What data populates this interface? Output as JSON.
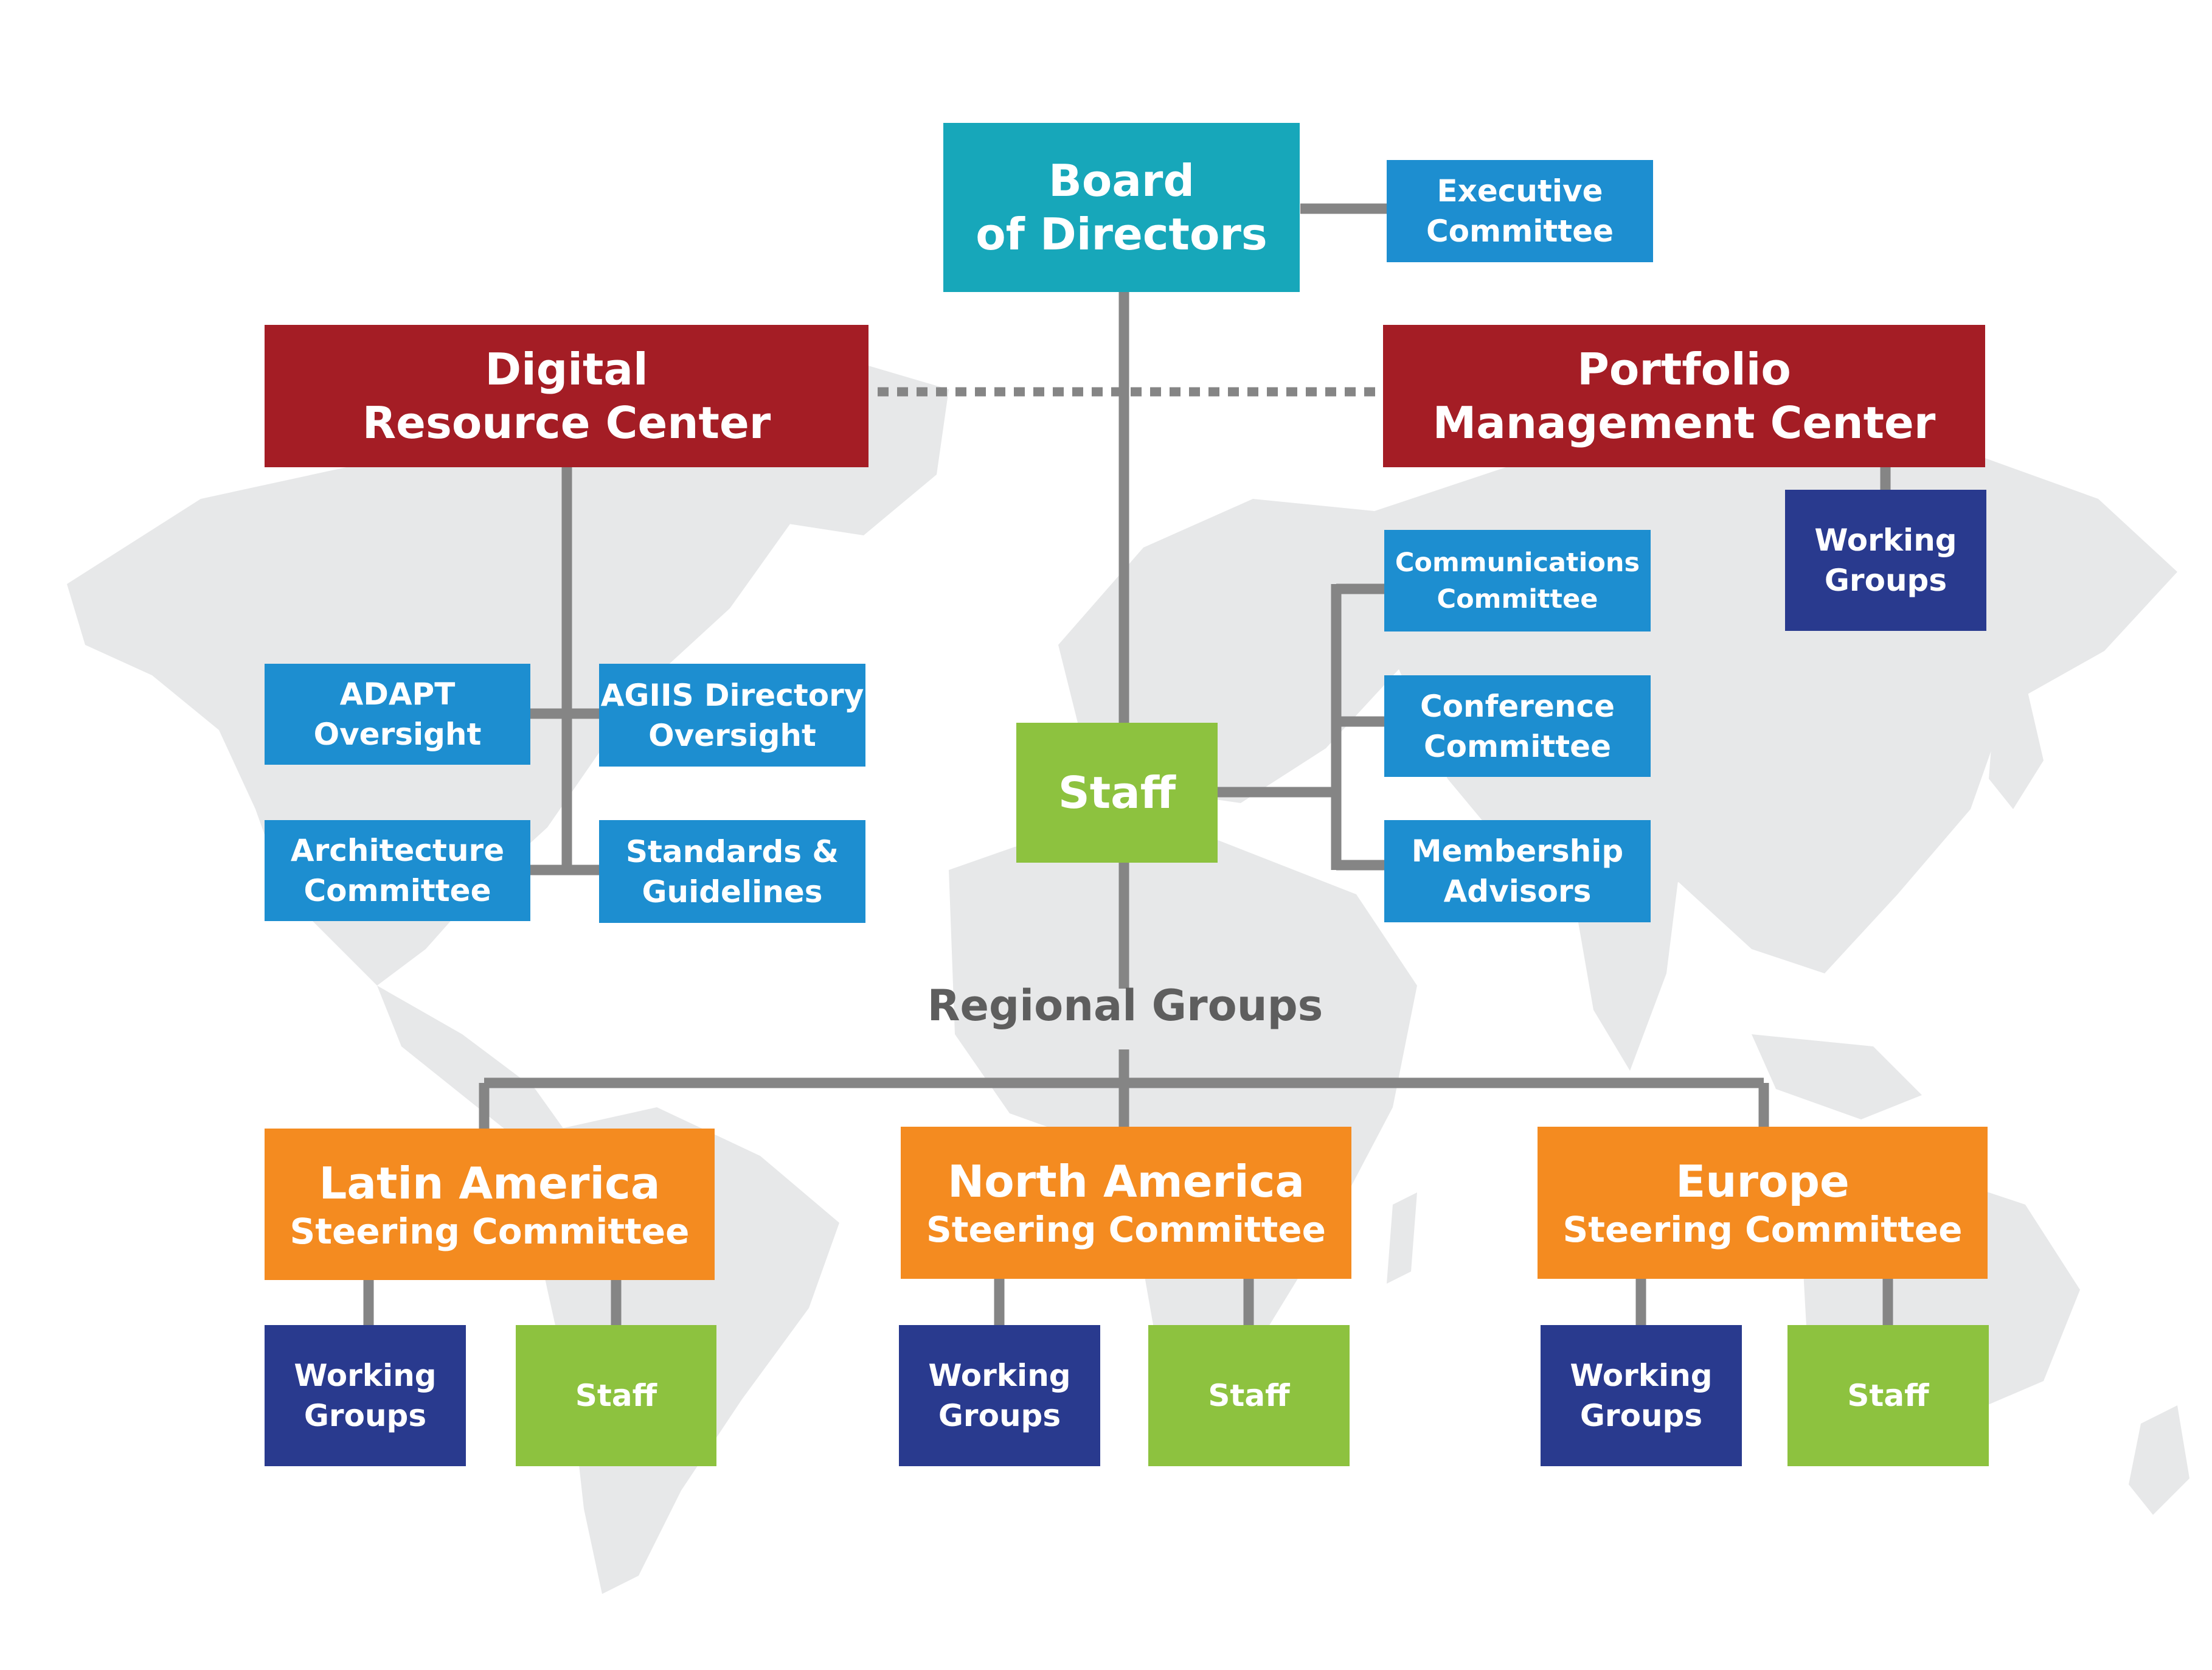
{
  "colors": {
    "board": "#17a7ba",
    "center": "#a41d25",
    "committee": "#1d8ed0",
    "working_groups": "#293a8e",
    "staff": "#8dc23f",
    "regional": "#f48b20",
    "connector": "#858585",
    "map": "#e7e8e9"
  },
  "board": {
    "label": "Board\nof Directors"
  },
  "executive_committee": {
    "label": "Executive\nCommittee"
  },
  "digital_resource_center": {
    "label": "Digital\nResource Center",
    "children": [
      {
        "label": "ADAPT\nOversight"
      },
      {
        "label": "AGIIS Directory\nOversight"
      },
      {
        "label": "Architecture\nCommittee"
      },
      {
        "label": "Standards &\nGuidelines"
      }
    ]
  },
  "portfolio_management_center": {
    "label": "Portfolio\nManagement Center",
    "working_groups": "Working\nGroups"
  },
  "staff": {
    "label": "Staff",
    "committees": [
      {
        "label": "Communications\nCommittee"
      },
      {
        "label": "Conference\nCommittee"
      },
      {
        "label": "Membership\nAdvisors"
      }
    ]
  },
  "regional_groups": {
    "label": "Regional Groups",
    "groups": [
      {
        "name": "Latin America",
        "subtitle": "Steering Committee",
        "working_groups": "Working\nGroups",
        "staff": "Staff"
      },
      {
        "name": "North America",
        "subtitle": "Steering Committee",
        "working_groups": "Working\nGroups",
        "staff": "Staff"
      },
      {
        "name": "Europe",
        "subtitle": "Steering Committee",
        "working_groups": "Working\nGroups",
        "staff": "Staff"
      }
    ]
  }
}
